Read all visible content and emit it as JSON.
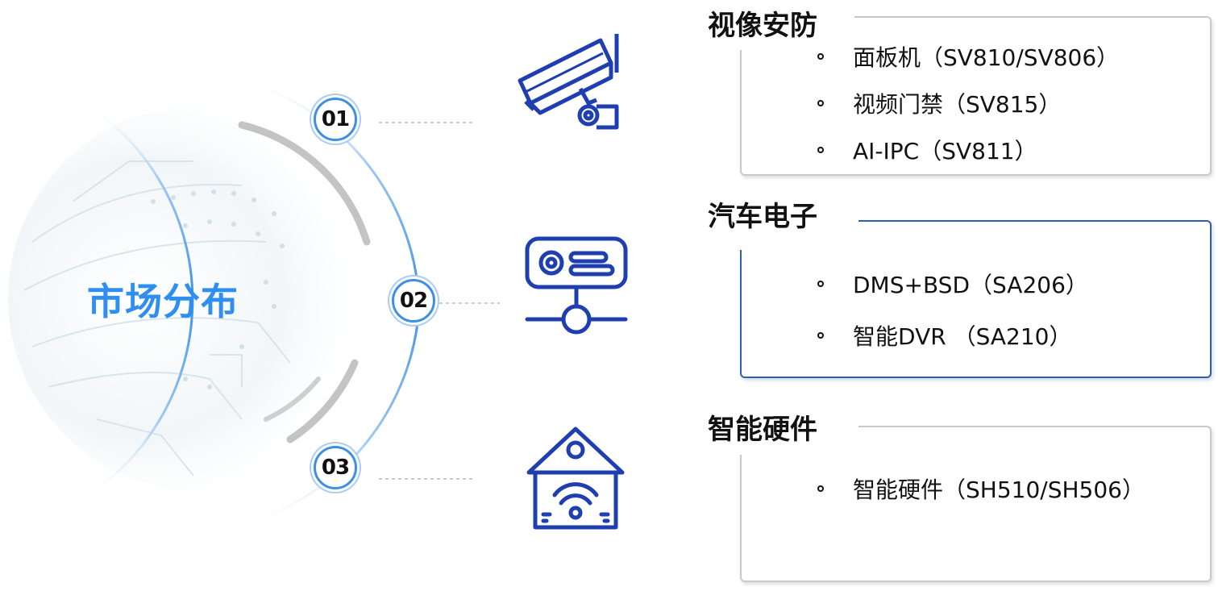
{
  "center": {
    "title": "市场分布"
  },
  "badges": [
    "01",
    "02",
    "03"
  ],
  "colors": {
    "accent": "#2f8ff0",
    "ring": "#3d8fe3",
    "icon": "#1f3fb0",
    "panel_border_active": "#2e5fa8",
    "panel_border": "#c8c8c8"
  },
  "categories": [
    {
      "title": "视像安防",
      "icon": "security-camera-icon",
      "items": [
        "面板机（SV810/SV806）",
        "视频门禁（SV815）",
        "AI-IPC（SV811）"
      ]
    },
    {
      "title": "汽车电子",
      "icon": "network-device-icon",
      "items": [
        "DMS+BSD（SA206）",
        "智能DVR （SA210）"
      ]
    },
    {
      "title": "智能硬件",
      "icon": "smart-home-wifi-icon",
      "items": [
        "智能硬件（SH510/SH506）"
      ]
    }
  ]
}
